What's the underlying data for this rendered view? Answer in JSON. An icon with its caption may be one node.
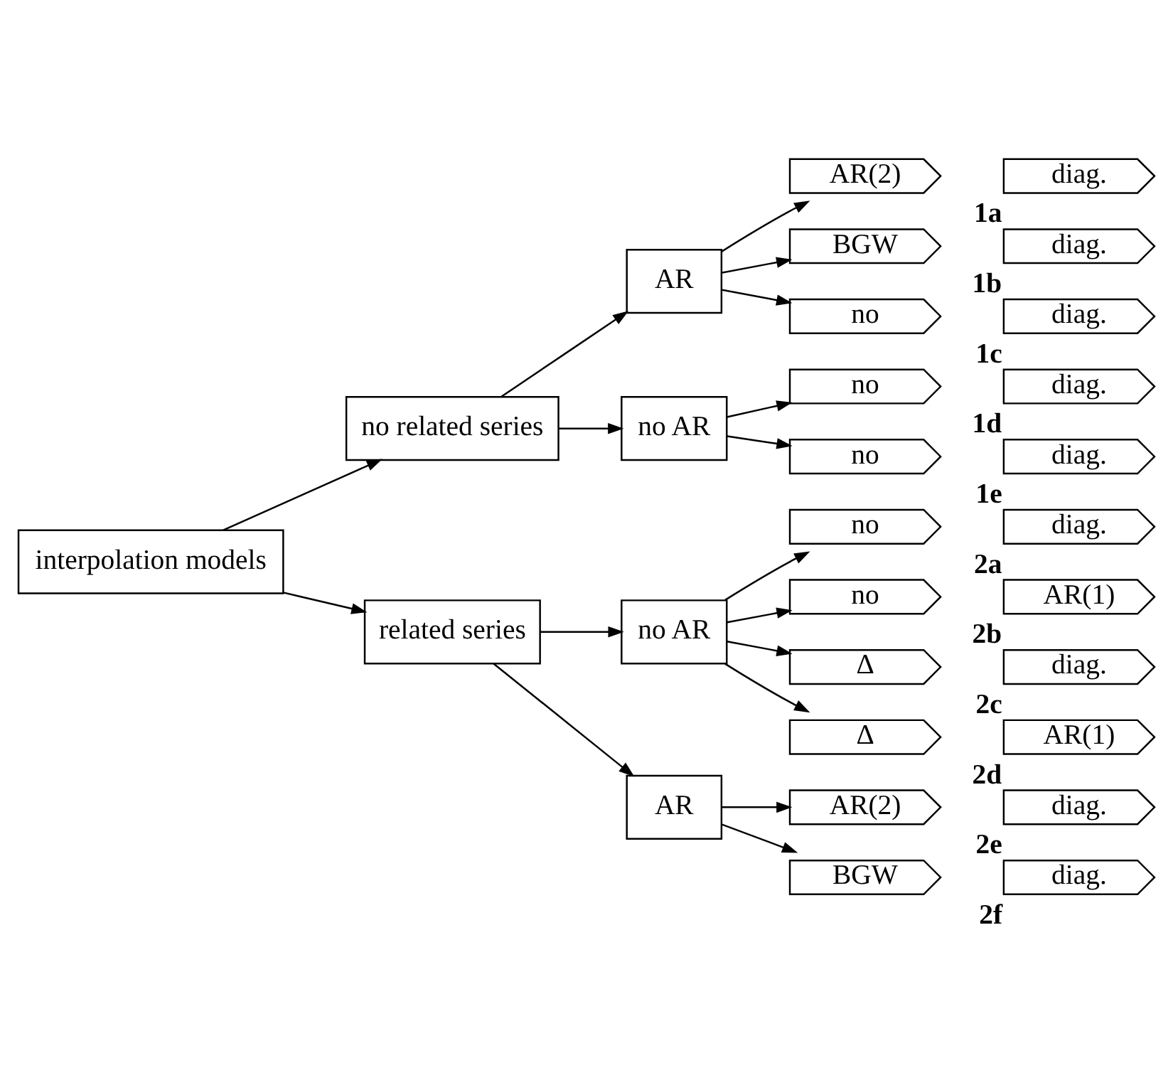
{
  "diagram": {
    "nodes": [
      {
        "text": [
          "interpolation models"
        ]
      },
      {
        "text": [
          "no related series"
        ]
      },
      {
        "text": [
          "related series"
        ]
      },
      {
        "text": [
          "AR"
        ]
      },
      {
        "text": [
          "no AR"
        ]
      },
      {
        "text": [
          "no AR"
        ]
      },
      {
        "text": [
          "AR"
        ]
      },
      {
        "text": [
          "AR(2)"
        ]
      },
      {
        "text": [
          "diag."
        ],
        "beside": [
          "1a"
        ]
      },
      {
        "text": [
          "BGW"
        ]
      },
      {
        "text": [
          "diag."
        ],
        "beside": [
          "1b"
        ]
      },
      {
        "text": [
          "no"
        ]
      },
      {
        "text": [
          "diag."
        ],
        "beside": [
          "1c"
        ]
      },
      {
        "text": [
          "no"
        ]
      },
      {
        "text": [
          "diag."
        ],
        "beside": [
          "1d"
        ]
      },
      {
        "text": [
          "no"
        ]
      },
      {
        "text": [
          "diag."
        ],
        "beside": [
          "1e"
        ]
      },
      {
        "text": [
          "no"
        ]
      },
      {
        "text": [
          "diag."
        ],
        "beside": [
          "2a"
        ]
      },
      {
        "text": [
          "no"
        ]
      },
      {
        "text": [
          "AR(1)"
        ],
        "beside": [
          "2b"
        ]
      },
      {
        "text": [
          "Δ"
        ]
      },
      {
        "text": [
          "diag."
        ],
        "beside": [
          "2c"
        ]
      },
      {
        "text": [
          "Δ"
        ]
      },
      {
        "text": [
          "AR(1)"
        ],
        "beside": [
          "2d"
        ]
      },
      {
        "text": [
          "AR(2)"
        ]
      },
      {
        "text": [
          "diag."
        ],
        "beside": [
          "2e"
        ]
      },
      {
        "text": [
          "BGW"
        ]
      },
      {
        "text": [
          "diag."
        ],
        "beside": [
          "2f"
        ]
      }
    ],
    "edges": [
      {
        "from": 0,
        "to": 1,
        "arrow": "to"
      },
      {
        "from": 0,
        "to": 2,
        "arrow": "to"
      },
      {
        "from": 1,
        "to": 3,
        "arrow": "to"
      },
      {
        "from": 1,
        "to": 4,
        "arrow": "to"
      },
      {
        "from": 2,
        "to": 5,
        "arrow": "to"
      },
      {
        "from": 2,
        "to": 6,
        "arrow": "to"
      },
      {
        "from": 3,
        "to": 7,
        "arrow": "to"
      },
      {
        "from": 3,
        "to": 9,
        "arrow": "to"
      },
      {
        "from": 3,
        "to": 11,
        "arrow": "to"
      },
      {
        "from": 4,
        "to": 13,
        "arrow": "to"
      },
      {
        "from": 4,
        "to": 15,
        "arrow": "to"
      },
      {
        "from": 5,
        "to": 17,
        "arrow": "to"
      },
      {
        "from": 5,
        "to": 19,
        "arrow": "to"
      },
      {
        "from": 5,
        "to": 21,
        "arrow": "to"
      },
      {
        "from": 5,
        "to": 23,
        "arrow": "to"
      },
      {
        "from": 6,
        "to": 25,
        "arrow": "to"
      },
      {
        "from": 6,
        "to": 27,
        "arrow": "to"
      }
    ]
  }
}
